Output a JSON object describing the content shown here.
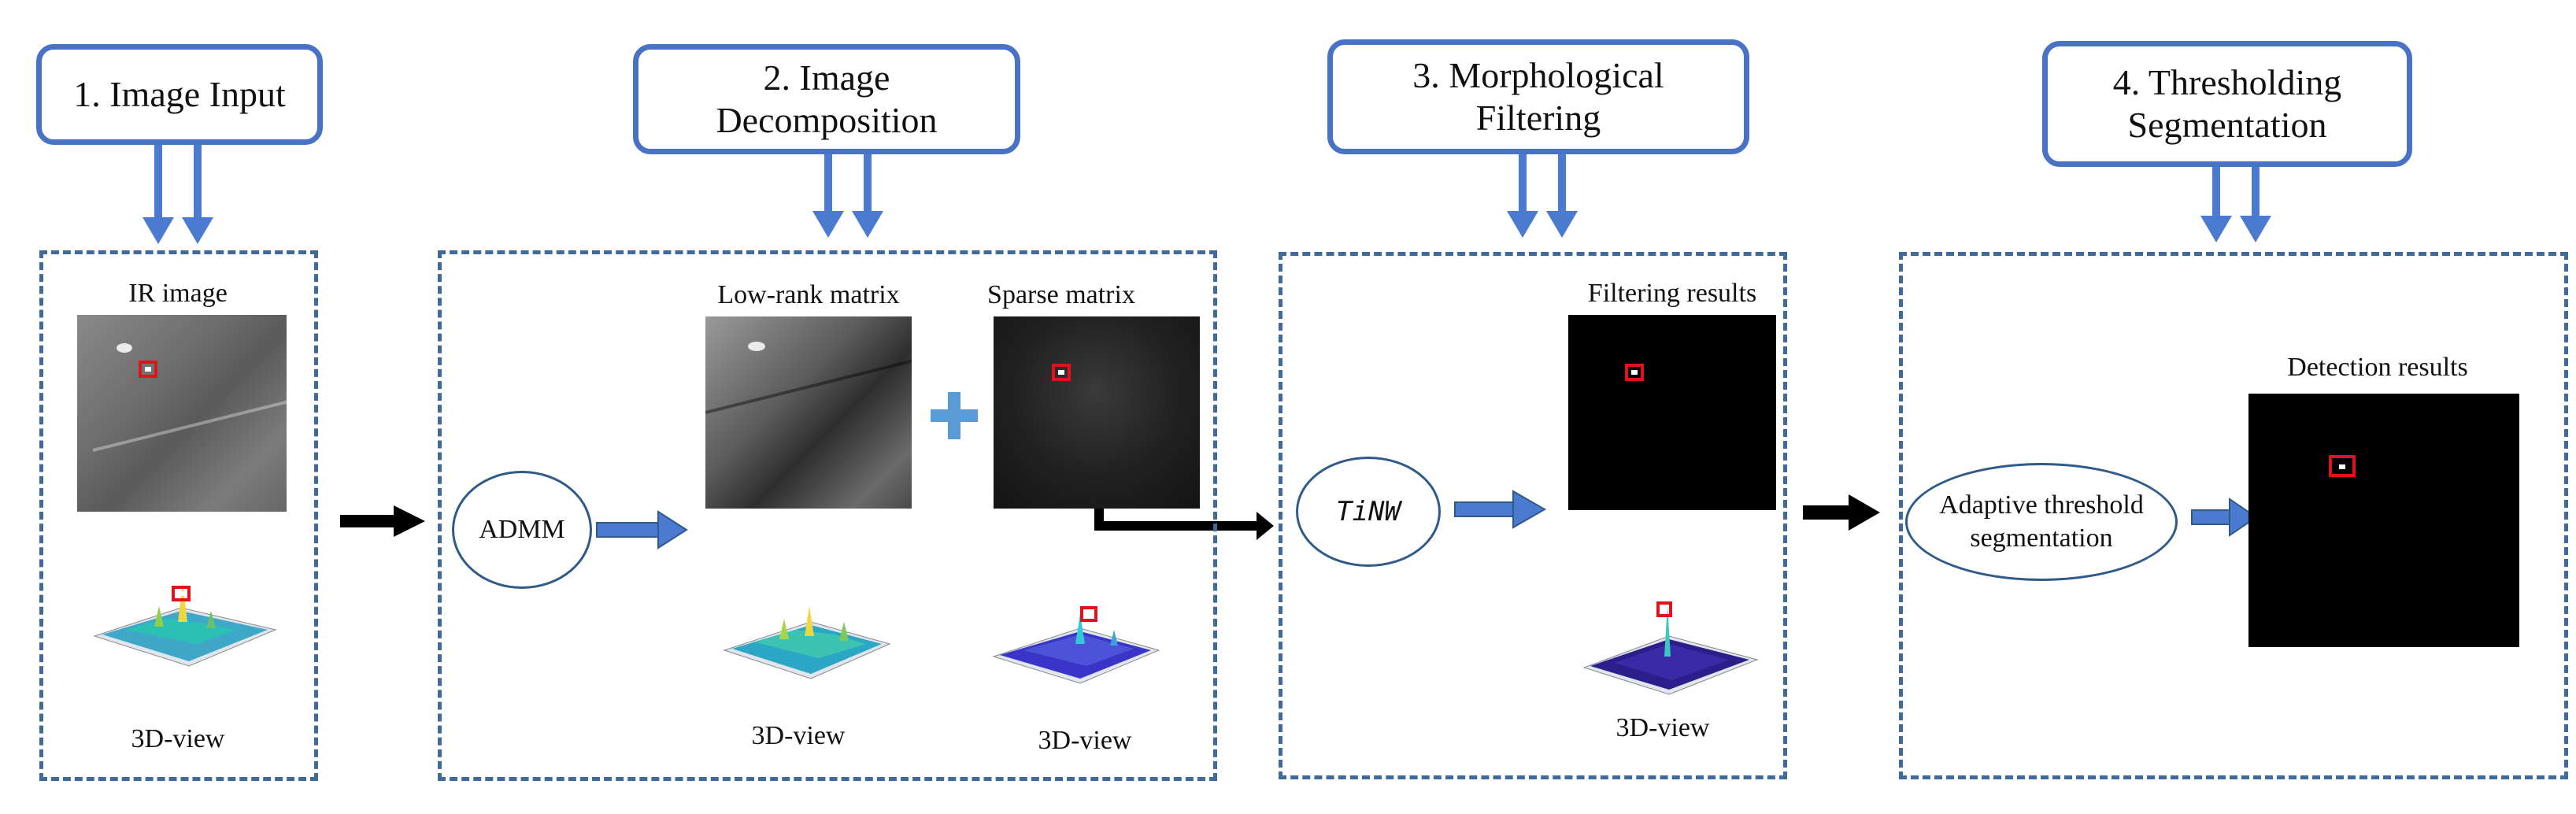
{
  "stages": [
    {
      "title": "1. Image Input"
    },
    {
      "title": "2. Image\nDecomposition"
    },
    {
      "title": "3. Morphological\nFiltering"
    },
    {
      "title": "4. Thresholding\nSegmentation"
    }
  ],
  "panel1": {
    "image_label": "IR image",
    "view_label": "3D-view"
  },
  "panel2": {
    "method": "ADMM",
    "lowrank_label": "Low-rank matrix",
    "sparse_label": "Sparse matrix",
    "lowrank_view_label": "3D-view",
    "sparse_view_label": "3D-view"
  },
  "panel3": {
    "method": "TiNW",
    "results_label": "Filtering results",
    "view_label": "3D-view"
  },
  "panel4": {
    "method": "Adaptive threshold\nsegmentation",
    "results_label": "Detection results"
  },
  "colors": {
    "box_border": "#4a72c4",
    "panel_border": "#3f6a99",
    "arrow_blue": "#4a7bd0",
    "arrow_black": "#000000",
    "target": "#e0121b",
    "plus": "#5b9bd5"
  }
}
